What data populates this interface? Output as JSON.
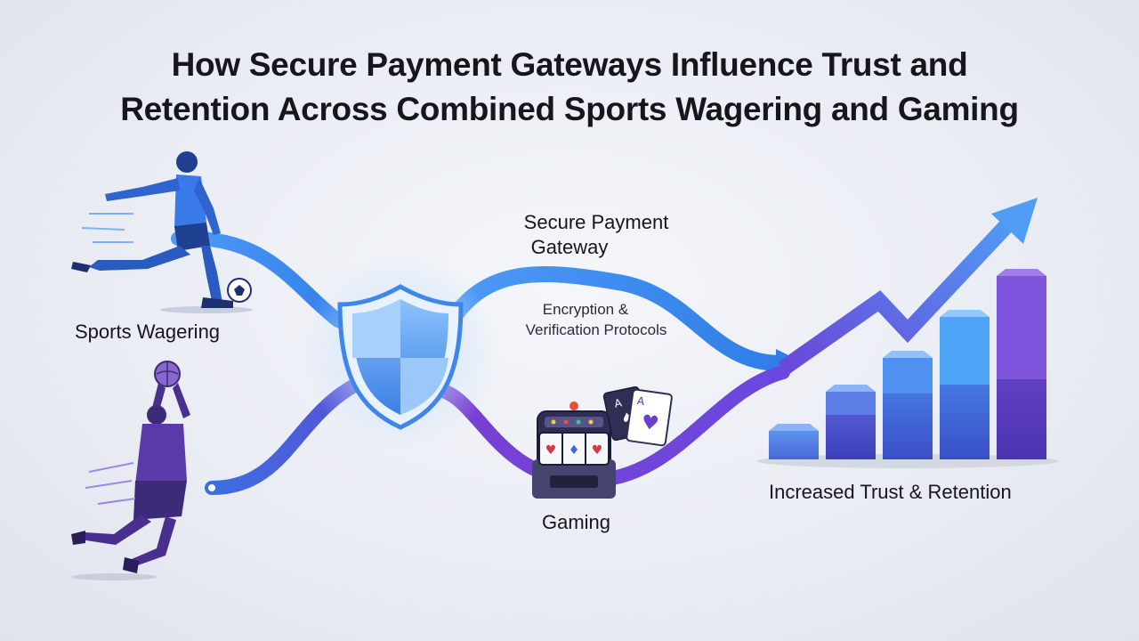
{
  "title": {
    "line1": "How Secure Payment Gateways Influence Trust and",
    "line2": "Retention Across Combined Sports Wagering and Gaming"
  },
  "labels": {
    "sports_wagering": "Sports Wagering",
    "gateway_line1": "Secure Payment",
    "gateway_line2": "Gateway",
    "protocols_line1": "Encryption &",
    "protocols_line2": "Verification Protocols",
    "gaming": "Gaming",
    "outcome": "Increased Trust & Retention"
  },
  "colors": {
    "blue": "#3a86f0",
    "indigo": "#4a5bd8",
    "purple": "#6a3fc9",
    "shield": "#5aa2f0"
  },
  "icons": [
    "soccer-player-icon",
    "basketball-player-icon",
    "shield-icon",
    "slot-machine-icon",
    "playing-cards-icon",
    "bar-chart-icon",
    "trend-arrow-icon"
  ]
}
